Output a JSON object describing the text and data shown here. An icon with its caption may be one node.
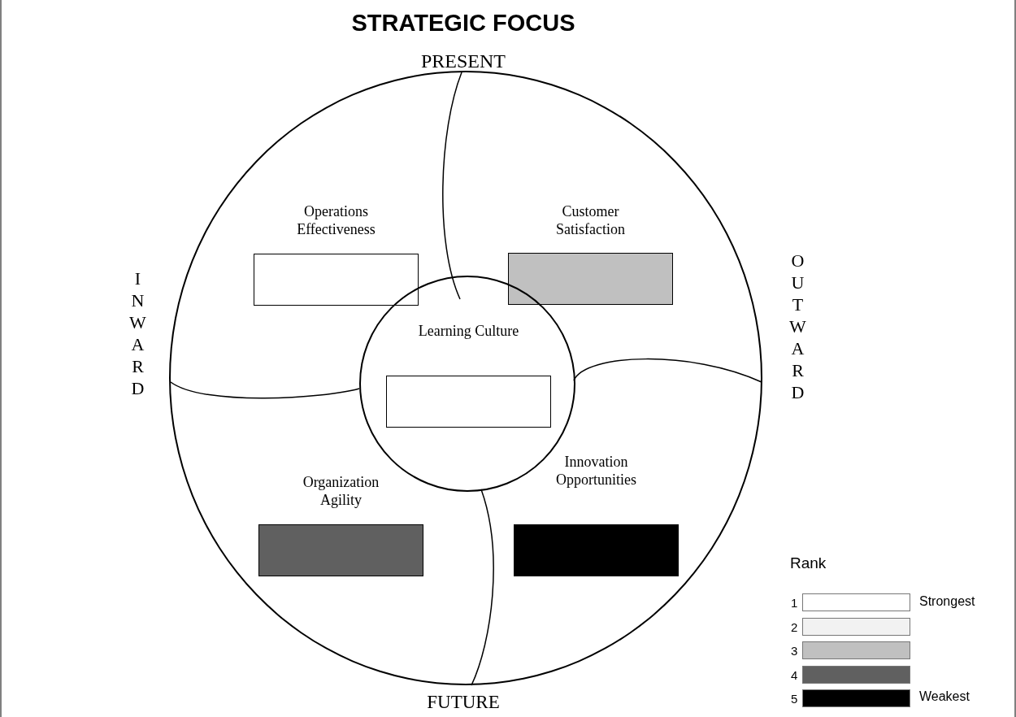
{
  "diagram": {
    "title": "STRATEGIC FOCUS",
    "nodes": [
      {
        "text": [],
        "shape": "circle"
      },
      {
        "text": [
          "Operations Effectiveness"
        ],
        "in": 0
      },
      {
        "text": [
          "Customer Satisfaction"
        ],
        "in": 0
      },
      {
        "text": [],
        "shape": "circle",
        "in": 0
      },
      {
        "text": [
          "Learning Culture"
        ],
        "in": 3
      },
      {
        "text": [
          "Organization Agility"
        ],
        "in": 0
      },
      {
        "text": [
          "Innovation Opportunities"
        ],
        "in": 0
      }
    ],
    "edges": [],
    "labels": [
      "PRESENT",
      "INWARD",
      "OUTWARD",
      "FUTURE",
      "Rank",
      "Strongest",
      "Weakest"
    ],
    "legend": [
      {
        "text": "1",
        "color": "#ffffff"
      },
      {
        "text": "2",
        "color": "#f2f2f2"
      },
      {
        "text": "3",
        "color": "#c0c0c0"
      },
      {
        "text": "4",
        "color": "#606060"
      },
      {
        "text": "5",
        "color": "#000000"
      }
    ]
  }
}
